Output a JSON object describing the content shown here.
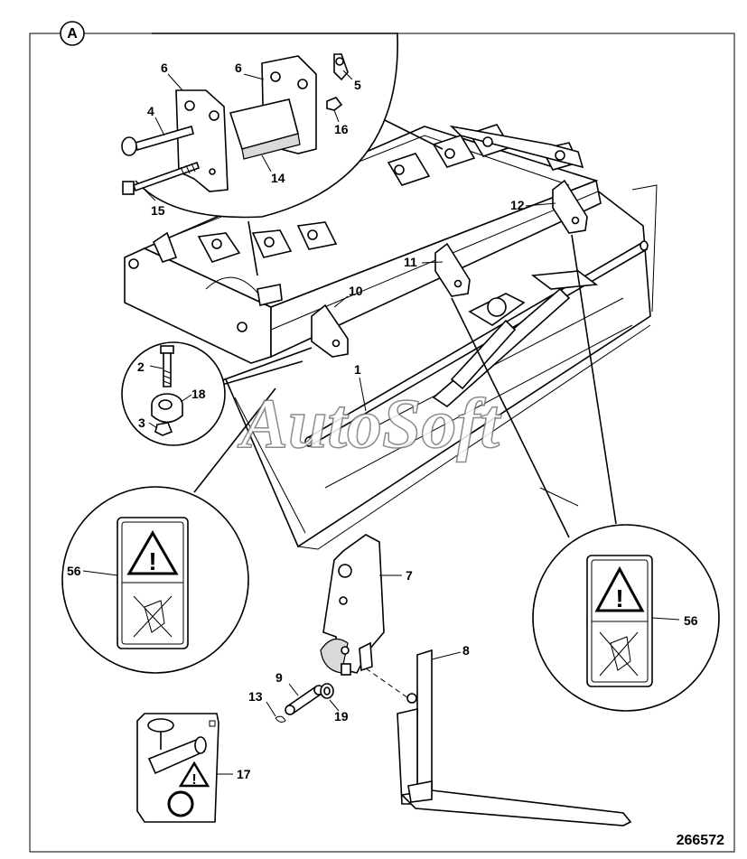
{
  "section_marker": "A",
  "reference_number": "266572",
  "watermark": "AutoSoft",
  "callouts": {
    "c1": "1",
    "c2": "2",
    "c3": "3",
    "c4": "4",
    "c5": "5",
    "c6a": "6",
    "c6b": "6",
    "c7": "7",
    "c8": "8",
    "c9": "9",
    "c10": "10",
    "c11": "11",
    "c12": "12",
    "c13": "13",
    "c14": "14",
    "c15": "15",
    "c16": "16",
    "c17": "17",
    "c18": "18",
    "c19": "19",
    "c56a": "56",
    "c56b": "56"
  },
  "colors": {
    "ink": "#000000",
    "paper": "#ffffff",
    "shade": "#d9d9d9"
  }
}
